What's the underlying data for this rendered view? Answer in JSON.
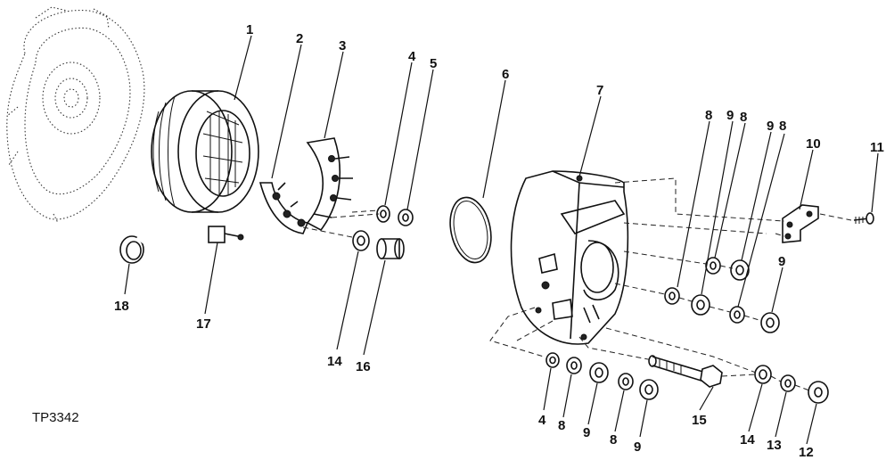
{
  "diagram": {
    "reference_code": "TP3342",
    "callouts": [
      {
        "id": "c1",
        "text": "1"
      },
      {
        "id": "c2",
        "text": "2"
      },
      {
        "id": "c3",
        "text": "3"
      },
      {
        "id": "c4a",
        "text": "4"
      },
      {
        "id": "c5",
        "text": "5"
      },
      {
        "id": "c6",
        "text": "6"
      },
      {
        "id": "c7",
        "text": "7"
      },
      {
        "id": "c8a",
        "text": "8"
      },
      {
        "id": "c9a",
        "text": "9"
      },
      {
        "id": "c8b",
        "text": "8"
      },
      {
        "id": "c9b",
        "text": "9"
      },
      {
        "id": "c8c",
        "text": "8"
      },
      {
        "id": "c10",
        "text": "10"
      },
      {
        "id": "c11",
        "text": "11"
      },
      {
        "id": "c9c",
        "text": "9"
      },
      {
        "id": "c18",
        "text": "18"
      },
      {
        "id": "c17",
        "text": "17"
      },
      {
        "id": "c14a",
        "text": "14"
      },
      {
        "id": "c16",
        "text": "16"
      },
      {
        "id": "c4b",
        "text": "4"
      },
      {
        "id": "c8d",
        "text": "8"
      },
      {
        "id": "c9d",
        "text": "9"
      },
      {
        "id": "c8e",
        "text": "8"
      },
      {
        "id": "c9e",
        "text": "9"
      },
      {
        "id": "c15",
        "text": "15"
      },
      {
        "id": "c14b",
        "text": "14"
      },
      {
        "id": "c13",
        "text": "13"
      },
      {
        "id": "c12",
        "text": "12"
      }
    ]
  }
}
